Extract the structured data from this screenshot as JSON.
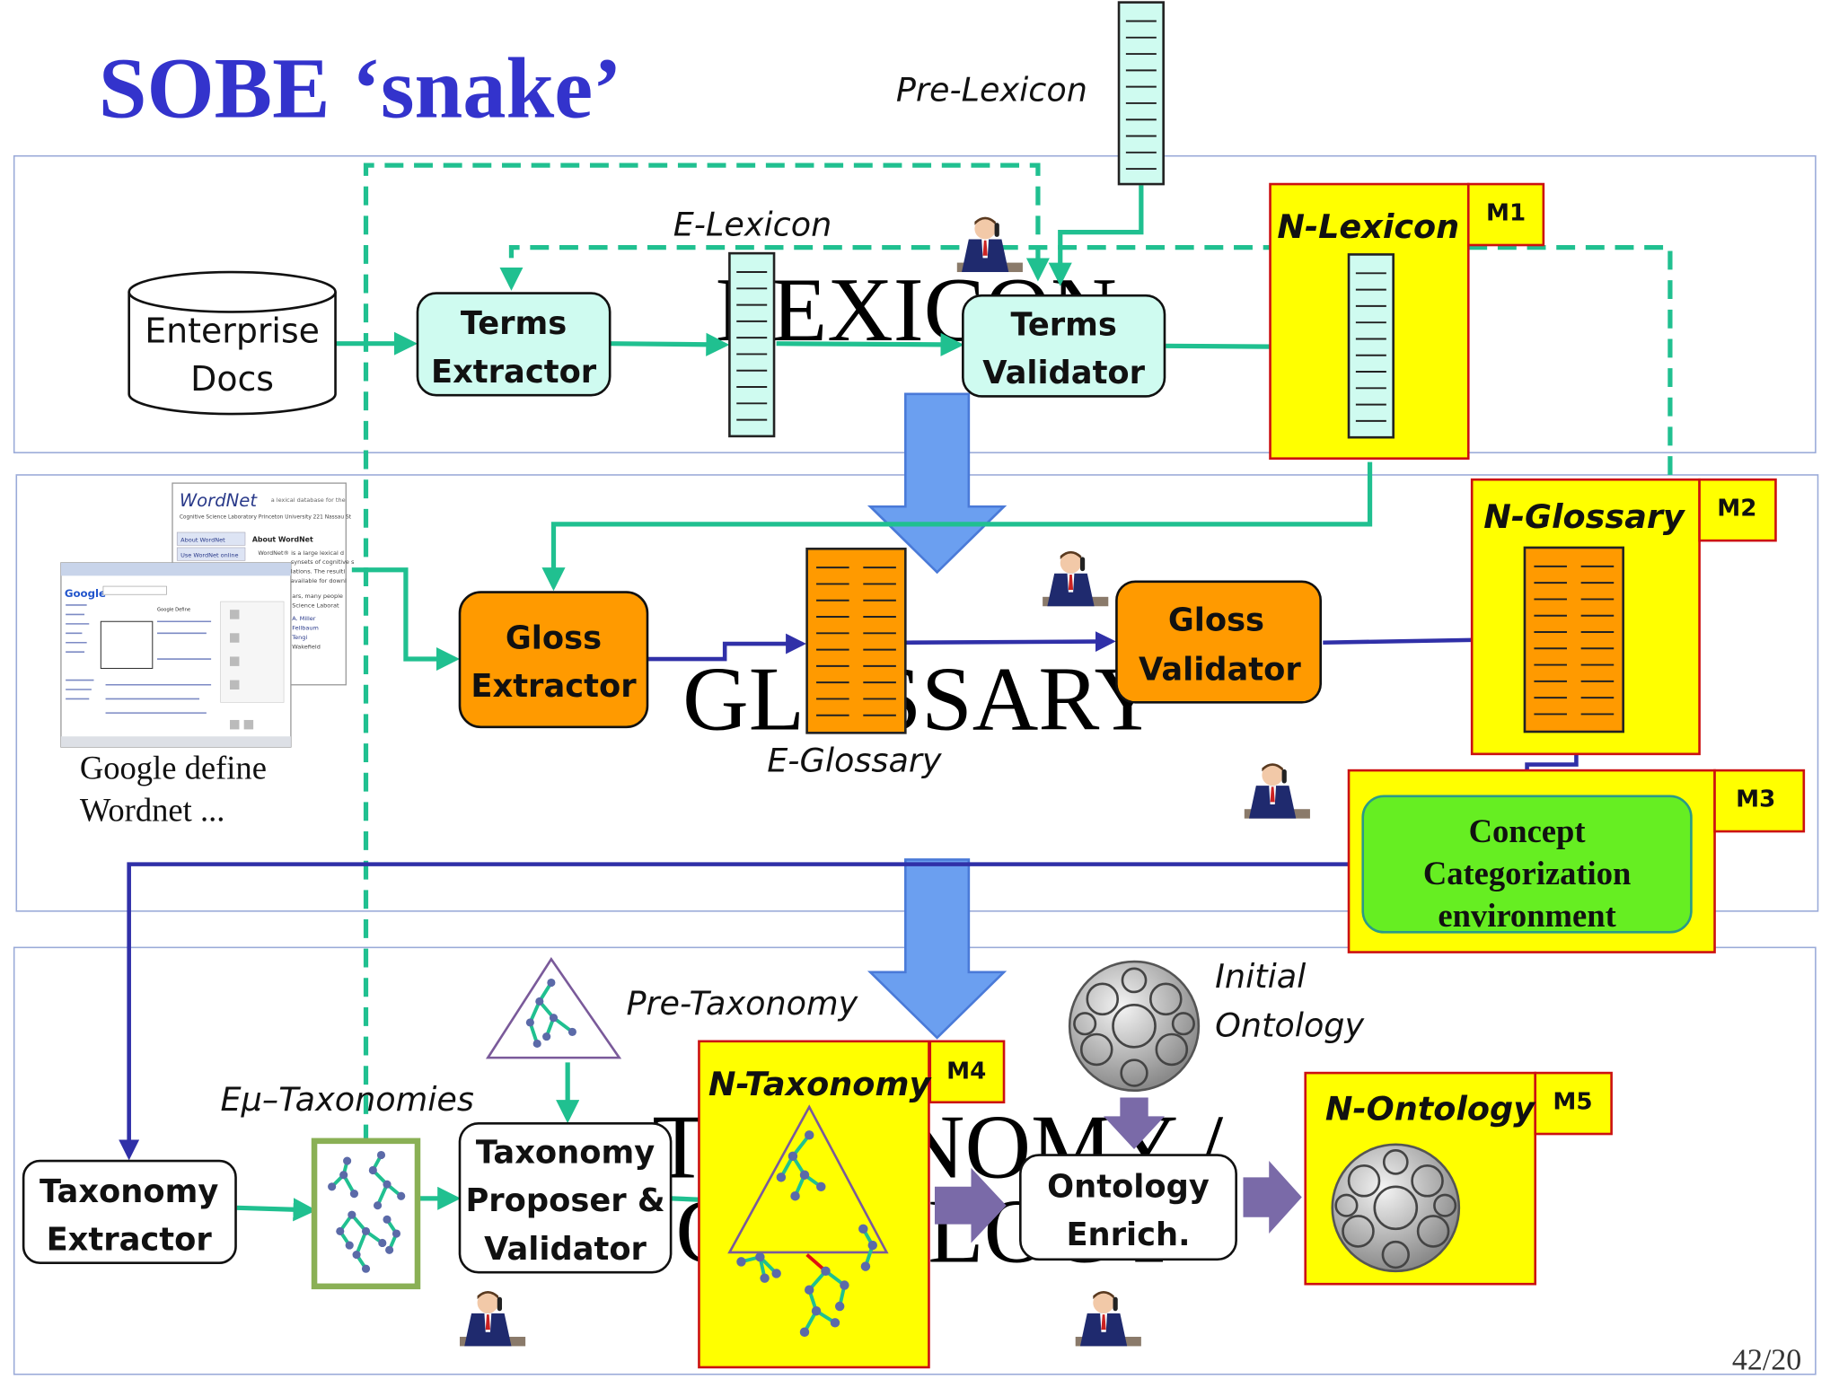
{
  "title": "SOBE ‘snake’",
  "page_number": "42/20",
  "colors": {
    "title": "#3333cc",
    "green_flow": "#20c090",
    "blue_flow": "#3030a8",
    "cyan_box": "#cffbf0",
    "orange_box": "#ff9a00",
    "yellow_box": "#ffff00",
    "green_box": "#66ee22",
    "big_arrow": "#6b9ff0"
  },
  "sections": {
    "lexicon": {
      "watermark": "LEXICON",
      "pre_lexicon": "Pre-Lexicon",
      "e_lexicon": "E-Lexicon",
      "enterprise_docs": [
        "Enterprise",
        "Docs"
      ],
      "terms_extractor": [
        "Terms",
        "Extractor"
      ],
      "terms_validator": [
        "Terms",
        "Validator"
      ],
      "n_lexicon": "N-Lexicon",
      "m1": "M1"
    },
    "glossary": {
      "watermark": "GLOSSARY",
      "sources_caption": [
        "Google define",
        "Wordnet ..."
      ],
      "gloss_extractor": [
        "Gloss",
        "Extractor"
      ],
      "e_glossary": "E-Glossary",
      "gloss_validator": [
        "Gloss",
        "Validator"
      ],
      "n_glossary": "N-Glossary",
      "m2": "M2",
      "concept_env": [
        "Concept",
        "Categorization",
        "environment"
      ],
      "m3": "M3",
      "wordnet_thumb": {
        "title": "WordNet",
        "tagline": "a lexical database for the",
        "subtitle": "Cognitive Science Laboratory   Princeton University   221 Nassau St",
        "nav": [
          "About WordNet",
          "Use WordNet online"
        ],
        "heading": "About WordNet",
        "text": [
          "WordNet® is a large lexical d",
          "synsets of cognitive s",
          "lations. The resulti",
          "available for downl",
          "ars, many people",
          "Science Laborat",
          "A. Miller",
          "Fellbaum",
          "Tengi",
          "Wakefield"
        ]
      },
      "google_thumb": {
        "logo": "Google",
        "heading": "Google Define"
      }
    },
    "taxonomy": {
      "watermark": "TAXONOMY / ONTOLOGY",
      "e_taxonomies": "Eμ–Taxonomies",
      "pre_taxonomy": "Pre-Taxonomy",
      "initial_ontology": [
        "Initial",
        "Ontology"
      ],
      "taxonomy_extractor": [
        "Taxonomy",
        "Extractor"
      ],
      "taxonomy_proposer": [
        "Taxonomy",
        "Proposer &",
        "Validator"
      ],
      "n_taxonomy": "N-Taxonomy",
      "m4": "M4",
      "ontology_enrich": [
        "Ontology",
        "Enrich."
      ],
      "n_ontology": "N-Ontology",
      "m5": "M5"
    }
  }
}
